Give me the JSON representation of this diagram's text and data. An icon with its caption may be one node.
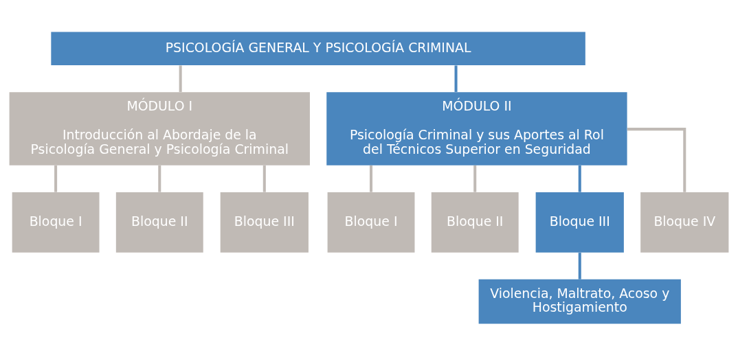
{
  "diagram": {
    "nodes": [
      {
        "text": [
          "PSICOLOGÍA GENERAL Y PSICOLOGÍA CRIMINAL"
        ]
      },
      {
        "text": [
          "MÓDULO I",
          "Introducción al Abordaje de la Psicología General y Psicología Criminal"
        ]
      },
      {
        "text": [
          "MÓDULO II",
          "Psicología Criminal y sus Aportes al Rol del Técnicos Superior en Seguridad"
        ]
      },
      {
        "text": [
          "Bloque I"
        ]
      },
      {
        "text": [
          "Bloque II"
        ]
      },
      {
        "text": [
          "Bloque III"
        ]
      },
      {
        "text": [
          "Bloque I"
        ]
      },
      {
        "text": [
          "Bloque II"
        ]
      },
      {
        "text": [
          "Bloque III"
        ]
      },
      {
        "text": [
          "Bloque IV"
        ]
      },
      {
        "text": [
          "Violencia, Maltrato, Acoso y Hostigamiento"
        ]
      }
    ],
    "edges": [
      {
        "from": 0,
        "to": 1,
        "arrow": "none"
      },
      {
        "from": 0,
        "to": 2,
        "arrow": "none",
        "color": "#4a86be"
      },
      {
        "from": 1,
        "to": 3,
        "arrow": "none"
      },
      {
        "from": 1,
        "to": 4,
        "arrow": "none"
      },
      {
        "from": 1,
        "to": 5,
        "arrow": "none"
      },
      {
        "from": 2,
        "to": 6,
        "arrow": "none"
      },
      {
        "from": 2,
        "to": 7,
        "arrow": "none"
      },
      {
        "from": 2,
        "to": 8,
        "arrow": "none",
        "color": "#4a86be"
      },
      {
        "from": 2,
        "to": 9,
        "arrow": "none"
      },
      {
        "from": 8,
        "to": 10,
        "arrow": "none",
        "color": "#4a86be"
      }
    ]
  }
}
